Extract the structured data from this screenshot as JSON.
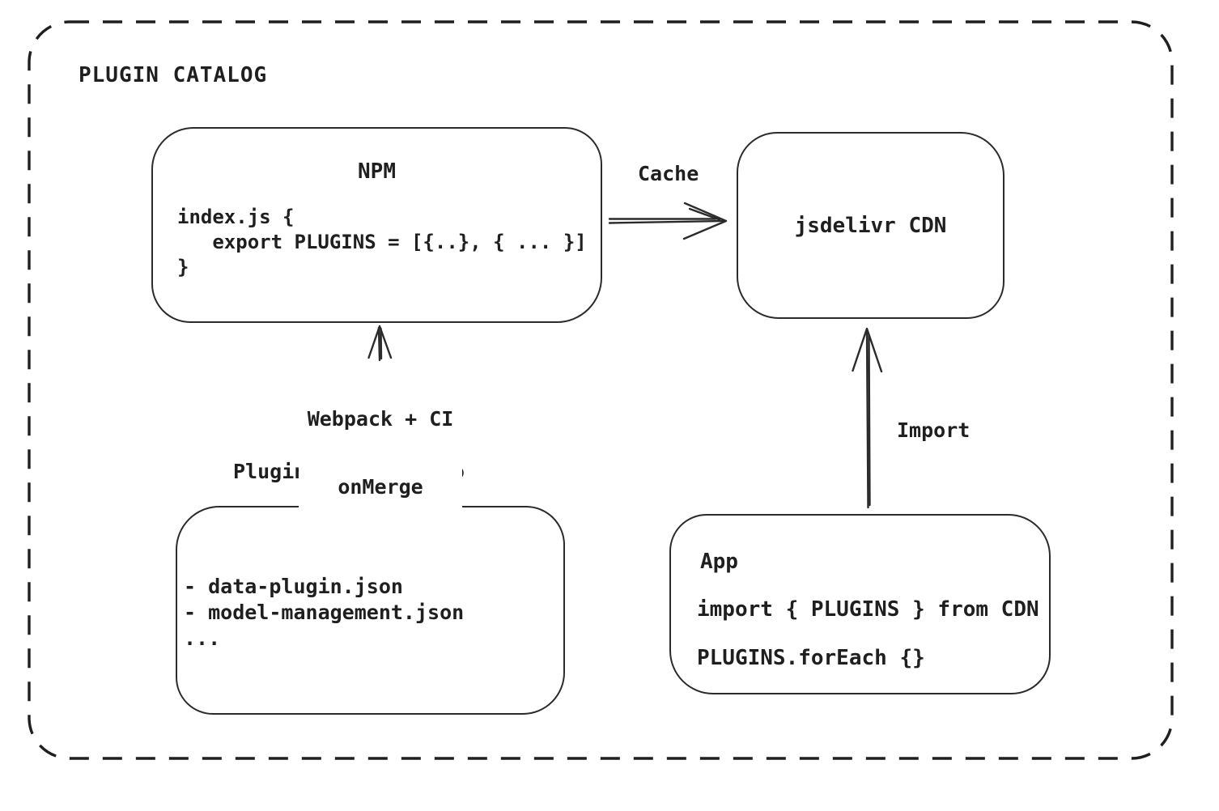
{
  "colors": {
    "ink": "#1f1f1f",
    "background": "#ffffff"
  },
  "diagram": {
    "title": "PLUGIN CATALOG",
    "nodes": {
      "npm": {
        "title": "NPM",
        "code": [
          "index.js {",
          "   export PLUGINS = [{..}, { ... }]",
          "}"
        ]
      },
      "cdn": {
        "label": "jsdelivr CDN"
      },
      "repo": {
        "heading": "Plugin Catalog Repo",
        "items": [
          "- data-plugin.json",
          "- model-management.json",
          "..."
        ]
      },
      "app": {
        "title": "App",
        "code": [
          "import { PLUGINS } from CDN",
          "PLUGINS.forEach {}"
        ]
      }
    },
    "edges": {
      "cache": {
        "label": "Cache",
        "from": "NPM",
        "to": "jsdelivr CDN"
      },
      "build": {
        "lines": [
          "Webpack + CI",
          "onMerge"
        ],
        "from": "Plugin Catalog Repo",
        "to": "NPM"
      },
      "import": {
        "label": "Import",
        "from": "App",
        "to": "jsdelivr CDN"
      }
    }
  }
}
